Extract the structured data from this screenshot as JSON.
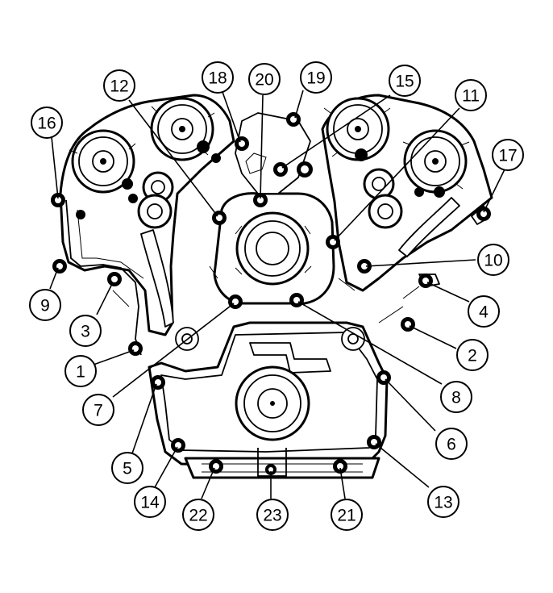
{
  "callouts": [
    {
      "label": "1"
    },
    {
      "label": "2"
    },
    {
      "label": "3"
    },
    {
      "label": "4"
    },
    {
      "label": "5"
    },
    {
      "label": "6"
    },
    {
      "label": "7"
    },
    {
      "label": "8"
    },
    {
      "label": "9"
    },
    {
      "label": "10"
    },
    {
      "label": "11"
    },
    {
      "label": "12"
    },
    {
      "label": "13"
    },
    {
      "label": "14"
    },
    {
      "label": "15"
    },
    {
      "label": "16"
    },
    {
      "label": "17"
    },
    {
      "label": "18"
    },
    {
      "label": "19"
    },
    {
      "label": "20"
    },
    {
      "label": "21"
    },
    {
      "label": "22"
    },
    {
      "label": "23"
    }
  ],
  "colors": {
    "line": "#000000",
    "background": "#ffffff",
    "shade": "#bdbdbd"
  }
}
